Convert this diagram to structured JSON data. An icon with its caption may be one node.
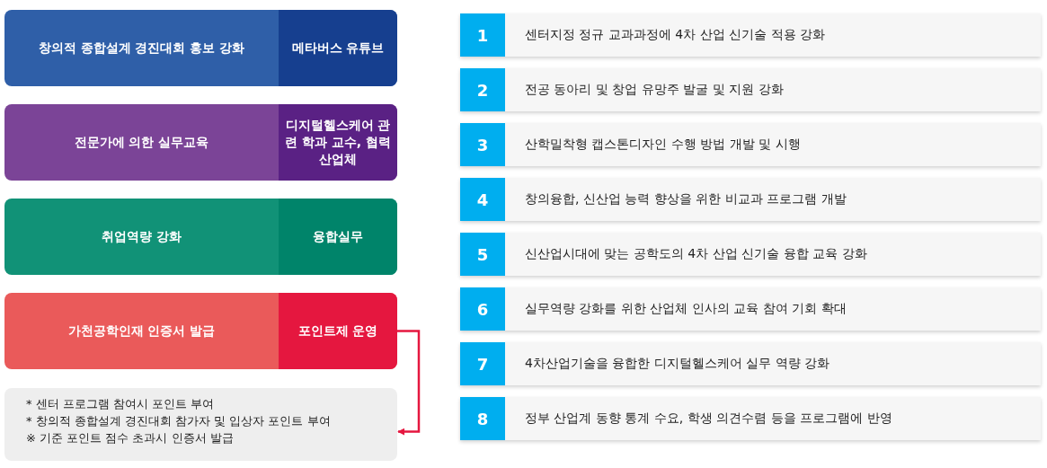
{
  "diagram": {
    "nodes": [
      {
        "text": [
          "창의적 종합설계 경진대회 홍보 강화",
          "메타버스 유튜브"
        ]
      },
      {
        "text": [
          "전문가에 의한 실무교육",
          "디지털헬스케어 관련 학과 교수, 협력산업체"
        ]
      },
      {
        "text": [
          "취업역량 강화",
          "융합실무"
        ]
      },
      {
        "text": [
          "가천공학인재 인증서 발급",
          "포인트제 운영"
        ]
      },
      {
        "text": [
          "* 센터 프로그램 참여시 포인트 부여",
          "* 창의적 종합설계 경진대회 참가자 및 입상자 포인트 부여",
          "※ 기준 포인트 점수 초과시 인증서 발급"
        ]
      },
      {
        "text": [
          "1",
          "센터지정 정규 교과과정에 4차 산업 신기술 적용 강화"
        ]
      },
      {
        "text": [
          "2",
          "전공 동아리 및 창업 유망주 발굴 및 지원 강화"
        ]
      },
      {
        "text": [
          "3",
          "산학밀착형 캡스톤디자인 수행 방법 개발 및 시행"
        ]
      },
      {
        "text": [
          "4",
          "창의융합, 신산업 능력 향상을 위한 비교과 프로그램 개발"
        ]
      },
      {
        "text": [
          "5",
          "신산업시대에 맞는 공학도의 4차 산업 신기술 융합 교육 강화"
        ]
      },
      {
        "text": [
          "6",
          "실무역량 강화를 위한 산업체 인사의 교육 참여 기회 확대"
        ]
      },
      {
        "text": [
          "7",
          "4차산업기술을 융합한 디지털헬스케어 실무 역량 강화"
        ]
      },
      {
        "text": [
          "8",
          "정부 산업계 동향 통계 수요, 학생 의견수렴 등을 프로그램에 반영"
        ]
      }
    ],
    "edges": [
      {
        "from": 3,
        "to": 4,
        "arrow": "to"
      }
    ]
  }
}
